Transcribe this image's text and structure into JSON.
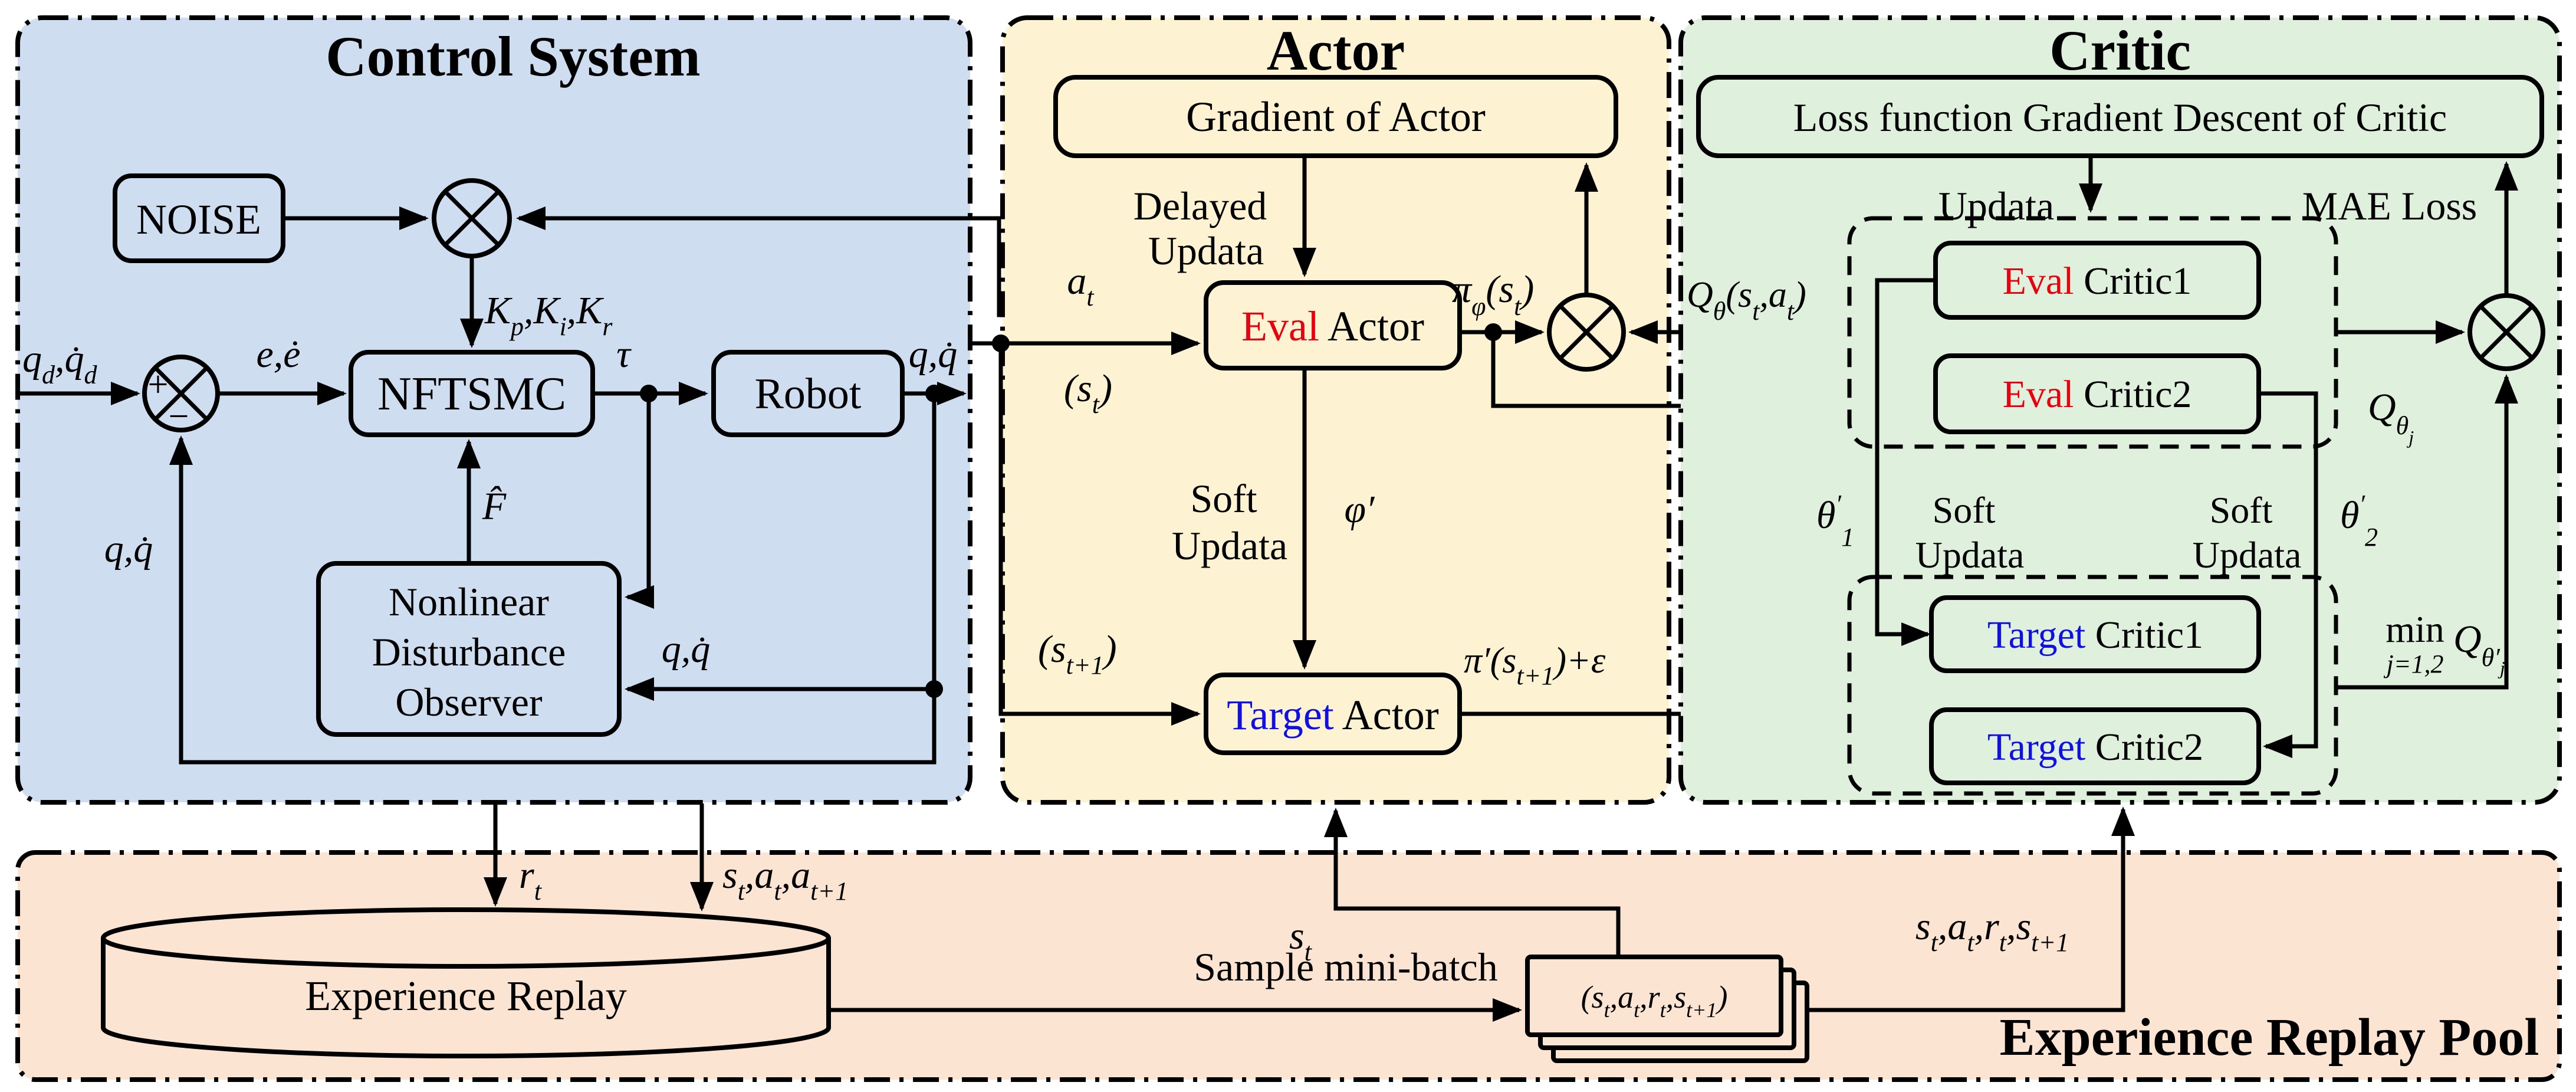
{
  "colors": {
    "red": "#e8000f",
    "blue": "#1010e6",
    "line": "#000000",
    "panel_blue": "#cfddf1",
    "panel_yellow": "#fdf3d2",
    "panel_green": "#dff0dc",
    "panel_peach": "#fce4d2"
  },
  "control": {
    "title": "Control System",
    "noise": "NOISE",
    "nftsmc": "NFTSMC",
    "robot": "Robot",
    "ndo": [
      "Nonlinear",
      "Disturbance",
      "Observer"
    ],
    "qd": [
      "q",
      "d",
      ",q̇",
      "d"
    ],
    "e": "e,ė",
    "k": [
      "K",
      "p",
      ",K",
      "i",
      ",K",
      "r"
    ],
    "tau": "τ",
    "fhat": "F̂",
    "qq": "q,q̇",
    "plus": "+",
    "minus": "−"
  },
  "actor": {
    "title": "Actor",
    "gradient": "Gradient of Actor",
    "delayed": [
      "Delayed",
      "Updata"
    ],
    "eval": [
      "Eval",
      " Actor"
    ],
    "target": [
      "Target",
      " Actor"
    ],
    "soft": [
      "Soft",
      "Updata"
    ],
    "at": [
      "a",
      "t"
    ],
    "st": [
      "(s",
      "t",
      ")"
    ],
    "st1": [
      "(s",
      "t+1",
      ")"
    ],
    "pi": [
      "π",
      "φ",
      "(s",
      "t",
      ")"
    ],
    "phip": "φ′",
    "pip": [
      "π′(s",
      "t+1",
      ")+ε"
    ]
  },
  "critic": {
    "title": "Critic",
    "loss": "Loss function Gradient Descent of Critic",
    "updata": "Updata",
    "mae": "MAE Loss",
    "ec1": [
      "Eval",
      " Critic1"
    ],
    "ec2": [
      "Eval",
      " Critic2"
    ],
    "tc1": [
      "Target",
      " Critic1"
    ],
    "tc2": [
      "Target",
      " Critic2"
    ],
    "soft": [
      "Soft",
      "Updata"
    ],
    "th1": [
      "θ",
      "′",
      "1"
    ],
    "th2": [
      "θ",
      "′",
      "2"
    ],
    "qin": [
      "Q",
      "θ",
      "(s",
      "t",
      ",a",
      "t",
      ")"
    ],
    "qj": [
      "Q",
      "θ",
      "j"
    ],
    "min": [
      "min",
      "j=1,2",
      "Q",
      "θ′",
      "j"
    ]
  },
  "pool": {
    "title": "Experience Replay Pool",
    "cylinder": "Experience Replay",
    "sample": "Sample mini-batch",
    "rt": [
      "r",
      "t"
    ],
    "saa": [
      "s",
      "t",
      ",a",
      "t",
      ",a",
      "t+1"
    ],
    "st": [
      "s",
      "t"
    ],
    "sars": [
      "s",
      "t",
      ",a",
      "t",
      ",r",
      "t",
      ",s",
      "t+1"
    ],
    "card": [
      "(s",
      "t",
      ",a",
      "t",
      ",r",
      "t",
      ",s",
      "t+1",
      ")"
    ]
  }
}
